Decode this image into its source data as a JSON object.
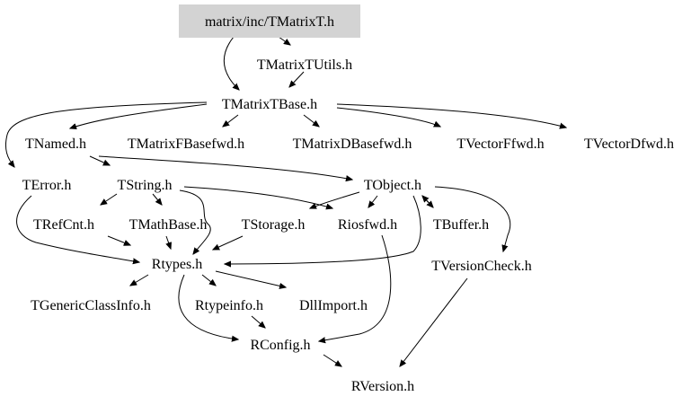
{
  "diagram": {
    "root": {
      "label": "matrix/inc/TMatrixT.h",
      "fill": "#d3d3d3"
    },
    "nodes": {
      "tmatrixtutils": "TMatrixTUtils.h",
      "tmatrixtbase": "TMatrixTBase.h",
      "tnamed": "TNamed.h",
      "tmatrixfbasefwd": "TMatrixFBasefwd.h",
      "tmatrixdbasefwd": "TMatrixDBasefwd.h",
      "tvectorffwd": "TVectorFfwd.h",
      "tvectordfwd": "TVectorDfwd.h",
      "terror": "TError.h",
      "tstring": "TString.h",
      "tobject": "TObject.h",
      "trefcnt": "TRefCnt.h",
      "tmathbase": "TMathBase.h",
      "tstorage": "TStorage.h",
      "riosfwd": "Riosfwd.h",
      "tbuffer": "TBuffer.h",
      "rtypes": "Rtypes.h",
      "tversioncheck": "TVersionCheck.h",
      "tgenericclassinfo": "TGenericClassInfo.h",
      "rtypeinfo": "Rtypeinfo.h",
      "dllimport": "DllImport.h",
      "rconfig": "RConfig.h",
      "rversion": "RVersion.h"
    }
  }
}
